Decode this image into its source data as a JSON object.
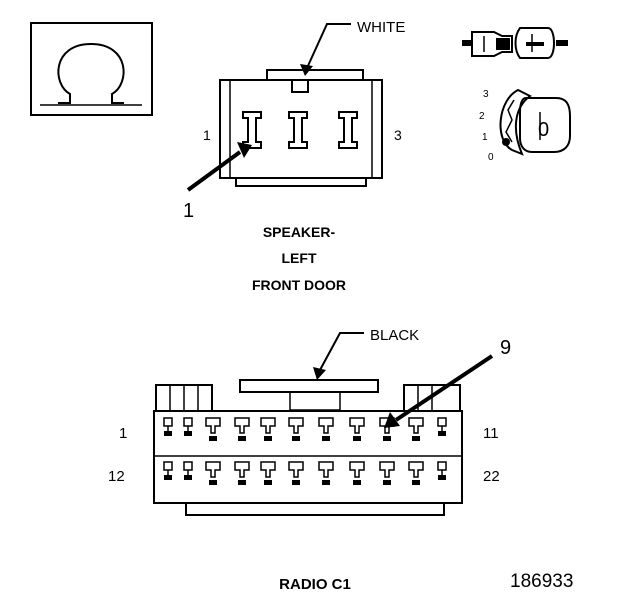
{
  "speaker_connector": {
    "color_label": "WHITE",
    "pin_left": "1",
    "pin_right": "3",
    "callout": "1",
    "title_line1": "SPEAKER-",
    "title_line2": "LEFT",
    "title_line3": "FRONT DOOR"
  },
  "view_key": {
    "labels": [
      "3",
      "2",
      "1",
      "0"
    ],
    "key_label": "0"
  },
  "radio_connector": {
    "color_label": "BLACK",
    "callout": "9",
    "pin_top_left": "1",
    "pin_top_right": "11",
    "pin_bottom_left": "12",
    "pin_bottom_right": "22",
    "title": "RADIO C1"
  },
  "figure_number": "186933",
  "legend_icons": [
    "omega-symbol-icon",
    "connector-side-view-icon",
    "terminal-depth-key-icon"
  ]
}
